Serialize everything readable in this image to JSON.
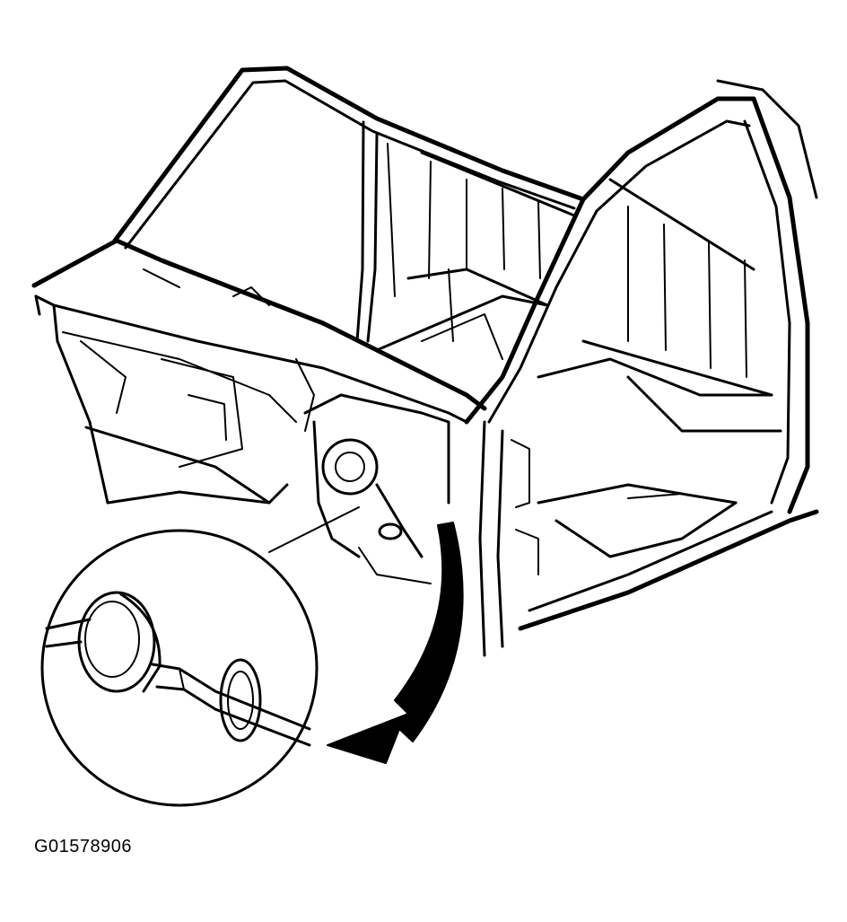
{
  "figure": {
    "code": "G01578906"
  },
  "colors": {
    "line": "#000000",
    "background": "#ffffff"
  },
  "icons": {
    "detail_callout": "magnified-grommet-detail",
    "pointer": "curved-arrow"
  }
}
